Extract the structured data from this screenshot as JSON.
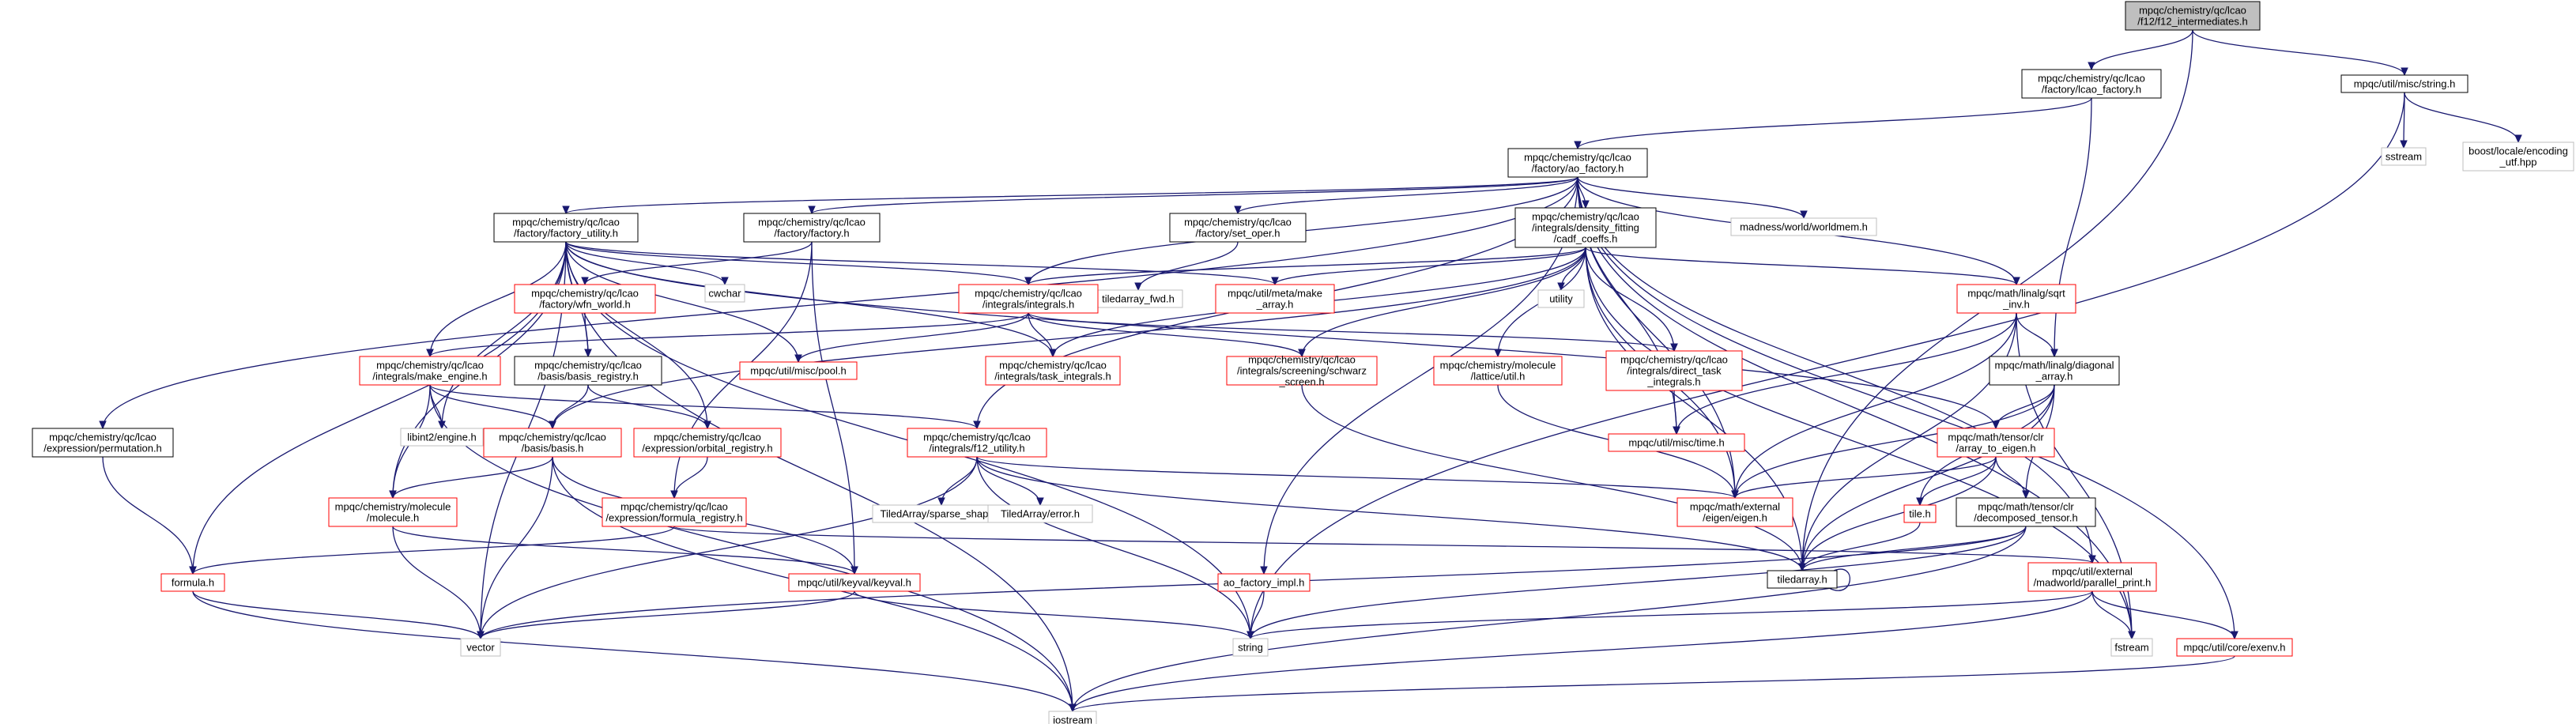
{
  "nodes": {
    "root": [
      "mpqc/chemistry/qc/lcao",
      "/f12/f12_intermediates.h"
    ],
    "lcao_factory": [
      "mpqc/chemistry/qc/lcao",
      "/factory/lcao_factory.h"
    ],
    "string_h": [
      "mpqc/util/misc/string.h"
    ],
    "sstream": [
      "sstream"
    ],
    "boost_enc": [
      "boost/locale/encoding",
      "_utf.hpp"
    ],
    "ao_factory": [
      "mpqc/chemistry/qc/lcao",
      "/factory/ao_factory.h"
    ],
    "factory_utility": [
      "mpqc/chemistry/qc/lcao",
      "/factory/factory_utility.h"
    ],
    "factory_h": [
      "mpqc/chemistry/qc/lcao",
      "/factory/factory.h"
    ],
    "set_oper": [
      "mpqc/chemistry/qc/lcao",
      "/factory/set_oper.h"
    ],
    "density_fitting": [
      "mpqc/chemistry/qc/lcao",
      "/integrals/density_fitting",
      "/cadf_coeffs.h"
    ],
    "worldmem": [
      "madness/world/worldmem.h"
    ],
    "cwchar": [
      "cwchar"
    ],
    "wfn_world": [
      "mpqc/chemistry/qc/lcao",
      "/factory/wfn_world.h"
    ],
    "tiledarray_fwd": [
      "tiledarray_fwd.h"
    ],
    "make_array": [
      "mpqc/util/meta/make",
      "_array.h"
    ],
    "integrals_h": [
      "mpqc/chemistry/qc/lcao",
      "/integrals/integrals.h"
    ],
    "utility": [
      "utility"
    ],
    "sqrt_inv": [
      "mpqc/math/linalg/sqrt",
      "_inv.h"
    ],
    "make_engine": [
      "mpqc/chemistry/qc/lcao",
      "/integrals/make_engine.h"
    ],
    "basis_registry": [
      "mpqc/chemistry/qc/lcao",
      "/basis/basis_registry.h"
    ],
    "pool_h": [
      "mpqc/util/misc/pool.h"
    ],
    "task_integrals": [
      "mpqc/chemistry/qc/lcao",
      "/integrals/task_integrals.h"
    ],
    "schwarz": [
      "mpqc/chemistry/qc/lcao",
      "/integrals/screening/schwarz",
      "_screen.h"
    ],
    "lattice_util": [
      "mpqc/chemistry/molecule",
      "/lattice/util.h"
    ],
    "direct_task": [
      "mpqc/chemistry/qc/lcao",
      "/integrals/direct_task",
      "_integrals.h"
    ],
    "diagonal_array": [
      "mpqc/math/linalg/diagonal",
      "_array.h"
    ],
    "permutation": [
      "mpqc/chemistry/qc/lcao",
      "/expression/permutation.h"
    ],
    "libint2_engine": [
      "libint2/engine.h"
    ],
    "basis_h": [
      "mpqc/chemistry/qc/lcao",
      "/basis/basis.h"
    ],
    "orbital_registry": [
      "mpqc/chemistry/qc/lcao",
      "/expression/orbital_registry.h"
    ],
    "f12_utility": [
      "mpqc/chemistry/qc/lcao",
      "/integrals/f12_utility.h"
    ],
    "time_h": [
      "mpqc/util/misc/time.h"
    ],
    "array_to_eigen": [
      "mpqc/math/tensor/clr",
      "/array_to_eigen.h"
    ],
    "molecule_h": [
      "mpqc/chemistry/molecule",
      "/molecule.h"
    ],
    "formula_registry": [
      "mpqc/chemistry/qc/lcao",
      "/expression/formula_registry.h"
    ],
    "sparse_shape": [
      "TiledArray/sparse_shape.h"
    ],
    "ta_error": [
      "TiledArray/error.h"
    ],
    "eigen_h": [
      "mpqc/math/external",
      "/eigen/eigen.h"
    ],
    "tile_h": [
      "tile.h"
    ],
    "decomposed_tensor": [
      "mpqc/math/tensor/clr",
      "/decomposed_tensor.h"
    ],
    "formula_h": [
      "formula.h"
    ],
    "keyval_h": [
      "mpqc/util/keyval/keyval.h"
    ],
    "ao_factory_impl": [
      "ao_factory_impl.h"
    ],
    "tiledarray_h": [
      "tiledarray.h"
    ],
    "parallel_print": [
      "mpqc/util/external",
      "/madworld/parallel_print.h"
    ],
    "vector": [
      "vector"
    ],
    "string": [
      "string"
    ],
    "fstream": [
      "fstream"
    ],
    "exenv": [
      "mpqc/util/core/exenv.h"
    ],
    "iostream": [
      "iostream"
    ]
  },
  "colors": {
    "edge": "#191970",
    "root_fill": "#bfbfbf",
    "missing_border": "#ff0000",
    "documented_border": "#000000",
    "external_border": "#bfbfbf"
  }
}
